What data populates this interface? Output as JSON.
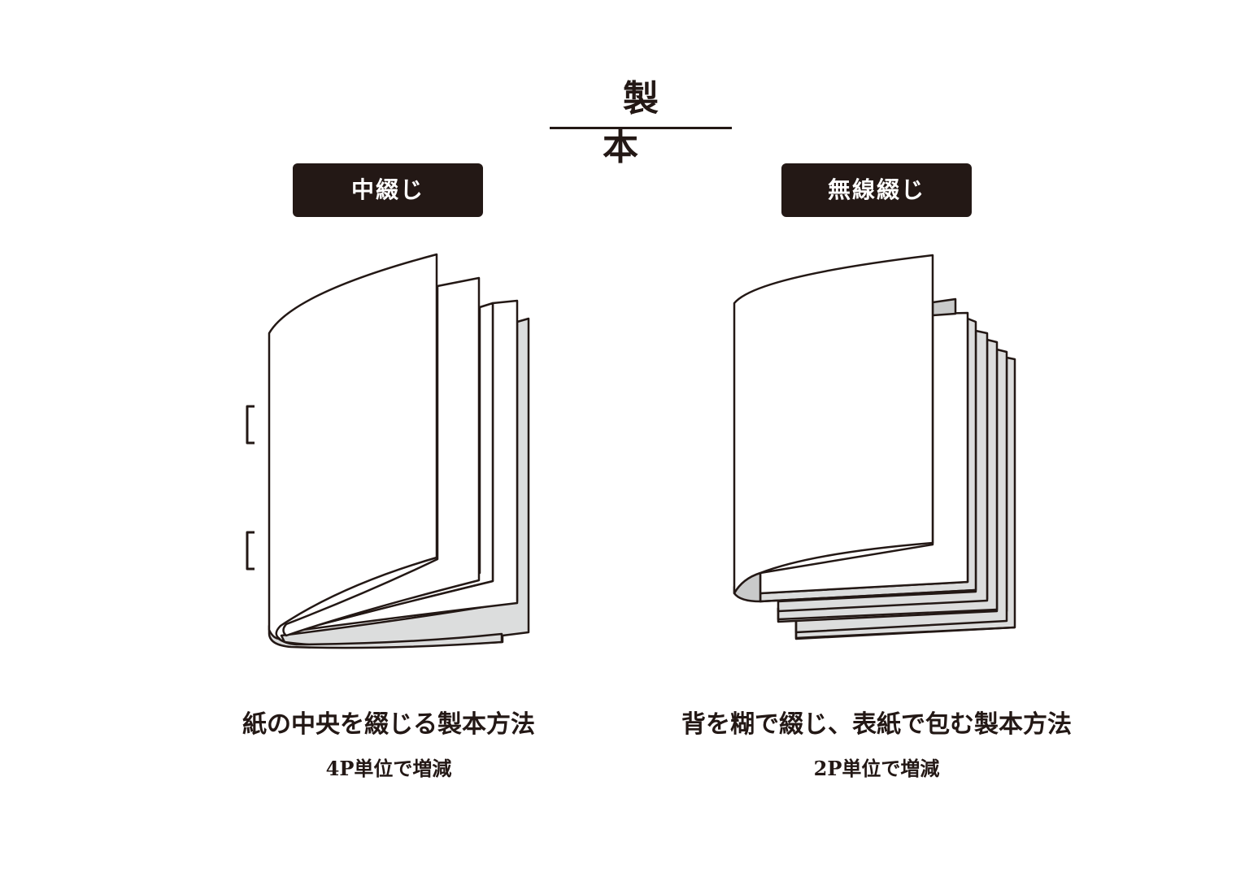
{
  "title": "製　本",
  "methods": [
    {
      "label": "中綴じ",
      "description": "紙の中央を綴じる製本方法",
      "page_increment": "4P単位で増減",
      "illustration_icon": "saddle-stitch-booklet-icon"
    },
    {
      "label": "無線綴じ",
      "description": "背を糊で綴じ、表紙で包む製本方法",
      "page_increment": "2P単位で増減",
      "illustration_icon": "perfect-binding-book-icon"
    }
  ],
  "colors": {
    "ink": "#231815",
    "page_fill": "#ffffff",
    "page_shade": "#dcdddd",
    "spine_shade": "#c9caca",
    "background": "#ffffff"
  }
}
